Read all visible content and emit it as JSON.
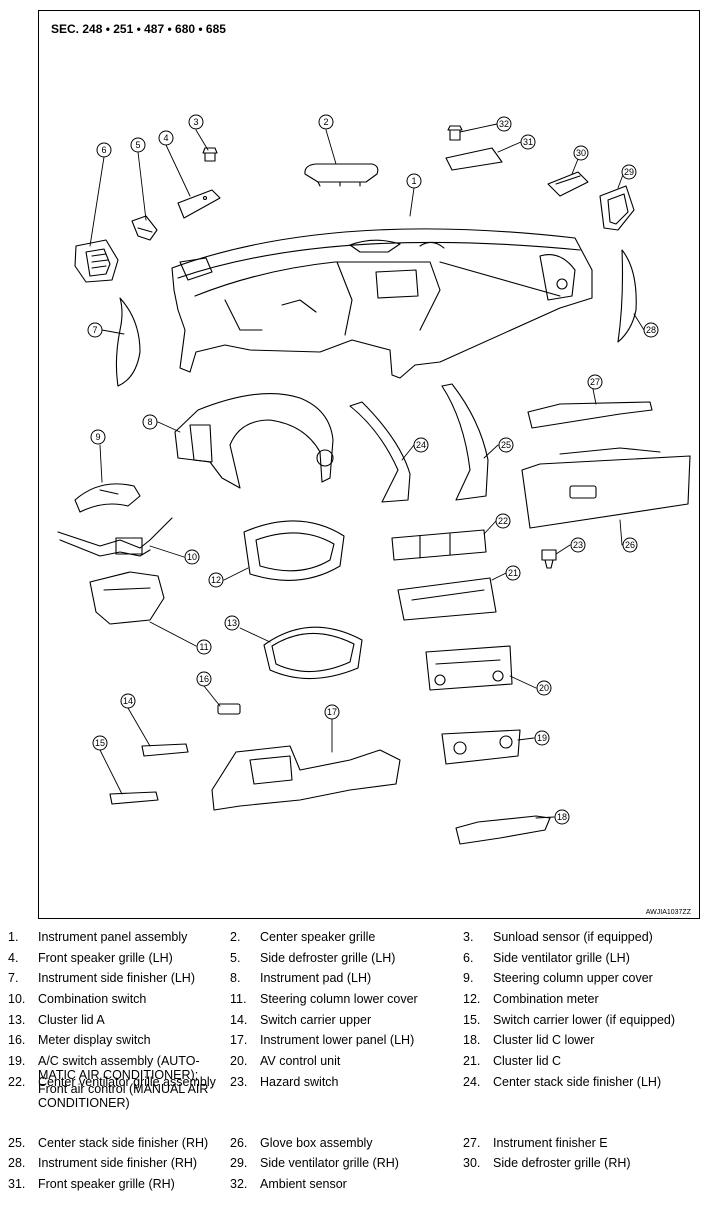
{
  "header": {
    "section": "SEC. 248 • 251 • 487 • 680 • 685"
  },
  "figure_code": "AWJIA1037ZZ",
  "callouts": [
    "1",
    "2",
    "3",
    "4",
    "5",
    "6",
    "7",
    "8",
    "9",
    "10",
    "11",
    "12",
    "13",
    "14",
    "15",
    "16",
    "17",
    "18",
    "19",
    "20",
    "21",
    "22",
    "23",
    "24",
    "25",
    "26",
    "27",
    "28",
    "29",
    "30",
    "31",
    "32"
  ],
  "legend": [
    {
      "num": "1.",
      "text": "Instrument panel assembly"
    },
    {
      "num": "2.",
      "text": "Center speaker grille"
    },
    {
      "num": "3.",
      "text": "Sunload sensor (if equipped)"
    },
    {
      "num": "4.",
      "text": "Front speaker grille (LH)"
    },
    {
      "num": "5.",
      "text": "Side defroster grille (LH)"
    },
    {
      "num": "6.",
      "text": "Side ventilator grille (LH)"
    },
    {
      "num": "7.",
      "text": "Instrument side finisher (LH)"
    },
    {
      "num": "8.",
      "text": "Instrument pad (LH)"
    },
    {
      "num": "9.",
      "text": "Steering column upper cover"
    },
    {
      "num": "10.",
      "text": "Combination switch"
    },
    {
      "num": "11.",
      "text": "Steering column lower cover"
    },
    {
      "num": "12.",
      "text": "Combination meter"
    },
    {
      "num": "13.",
      "text": "Cluster lid A"
    },
    {
      "num": "14.",
      "text": "Switch carrier upper"
    },
    {
      "num": "15.",
      "text": "Switch carrier lower (if equipped)"
    },
    {
      "num": "16.",
      "text": "Meter display switch"
    },
    {
      "num": "17.",
      "text": "Instrument lower panel (LH)"
    },
    {
      "num": "18.",
      "text": "Cluster lid C lower"
    },
    {
      "num": "19.",
      "text": "A/C switch assembly (AUTO-\nMATIC AIR CONDITIONER);\nFront air control (MANUAL AIR\nCONDITIONER)"
    },
    {
      "num": "20.",
      "text": "AV control unit"
    },
    {
      "num": "21.",
      "text": "Cluster lid C"
    },
    {
      "num": "22.",
      "text": "Center ventilator grille assembly"
    },
    {
      "num": "23.",
      "text": "Hazard switch"
    },
    {
      "num": "24.",
      "text": "Center stack side finisher (LH)"
    },
    {
      "num": "25.",
      "text": "Center stack side finisher (RH)"
    },
    {
      "num": "26.",
      "text": "Glove box assembly"
    },
    {
      "num": "27.",
      "text": "Instrument finisher E"
    },
    {
      "num": "28.",
      "text": "Instrument side finisher (RH)"
    },
    {
      "num": "29.",
      "text": "Side ventilator grille (RH)"
    },
    {
      "num": "30.",
      "text": "Side defroster grille (RH)"
    },
    {
      "num": "31.",
      "text": "Front speaker grille (RH)"
    },
    {
      "num": "32.",
      "text": "Ambient sensor"
    }
  ]
}
